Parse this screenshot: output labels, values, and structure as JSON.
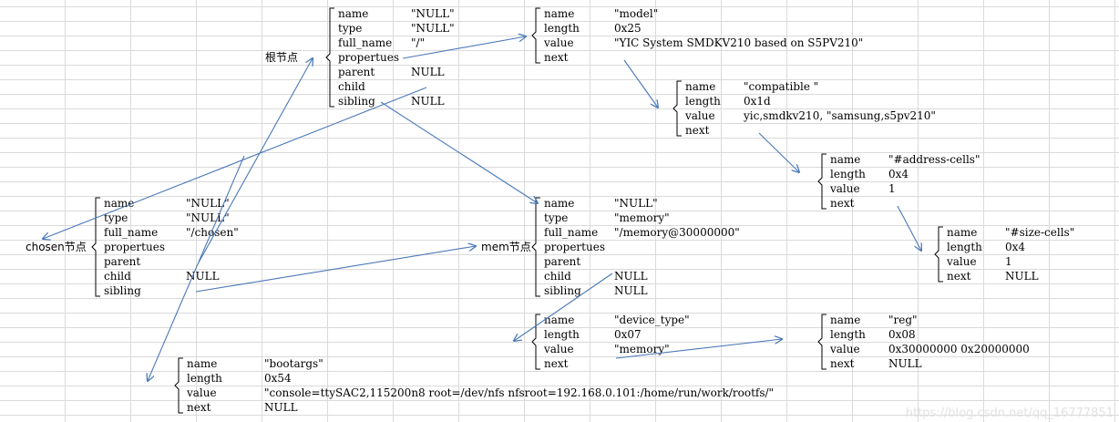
{
  "labels": {
    "root": "根节点",
    "chosen": "chosen节点",
    "mem": "mem节点"
  },
  "nodes": {
    "root": [
      [
        "name",
        "\"NULL\""
      ],
      [
        "type",
        "\"NULL\""
      ],
      [
        "full_name",
        "\"/\""
      ],
      [
        "propertues",
        ""
      ],
      [
        "parent",
        "NULL"
      ],
      [
        "child",
        ""
      ],
      [
        "sibling",
        "NULL"
      ]
    ],
    "chosen": [
      [
        "name",
        "\"NULL\""
      ],
      [
        "type",
        "\"NULL\""
      ],
      [
        "full_name",
        "\"/chosen\""
      ],
      [
        "propertues",
        ""
      ],
      [
        "parent",
        ""
      ],
      [
        "child",
        "NULL"
      ],
      [
        "sibling",
        ""
      ]
    ],
    "mem": [
      [
        "name",
        "\"NULL\""
      ],
      [
        "type",
        "\"memory\""
      ],
      [
        "full_name",
        "\"/memory@30000000\""
      ],
      [
        "propertues",
        ""
      ],
      [
        "parent",
        ""
      ],
      [
        "child",
        "NULL"
      ],
      [
        "sibling",
        "NULL"
      ]
    ]
  },
  "properties": {
    "model": [
      [
        "name",
        "\"model\""
      ],
      [
        "length",
        "0x25"
      ],
      [
        "value",
        "\"YIC System SMDKV210 based on S5PV210\""
      ],
      [
        "next",
        ""
      ]
    ],
    "compatible": [
      [
        "name",
        "\"compatible \""
      ],
      [
        "length",
        "0x1d"
      ],
      [
        "value",
        "yic,smdkv210, \"samsung,s5pv210\""
      ],
      [
        "next",
        ""
      ]
    ],
    "address_cells": [
      [
        "name",
        "\"#address-cells\""
      ],
      [
        "length",
        "0x4"
      ],
      [
        "value",
        "1"
      ],
      [
        "next",
        ""
      ]
    ],
    "size_cells": [
      [
        "name",
        "\"#size-cells\""
      ],
      [
        "length",
        "0x4"
      ],
      [
        "value",
        "1"
      ],
      [
        "next",
        "NULL"
      ]
    ],
    "device_type": [
      [
        "name",
        "\"device_type\""
      ],
      [
        "length",
        "0x07"
      ],
      [
        "value",
        "\"memory\""
      ],
      [
        "next",
        ""
      ]
    ],
    "reg": [
      [
        "name",
        "\"reg\""
      ],
      [
        "length",
        "0x08"
      ],
      [
        "value",
        "0x30000000 0x20000000"
      ],
      [
        "next",
        "NULL"
      ]
    ],
    "bootargs": [
      [
        "name",
        "\"bootargs\""
      ],
      [
        "length",
        "0x54"
      ],
      [
        "value",
        "\"console=ttySAC2,115200n8 root=/dev/nfs nfsroot=192.168.0.101:/home/run/work/rootfs/\""
      ],
      [
        "next",
        "NULL"
      ]
    ]
  },
  "watermark": "https://blog.csdn.net/qq_16777851",
  "colors": {
    "arrow": "#4a78b8",
    "grid": "#dadada"
  }
}
